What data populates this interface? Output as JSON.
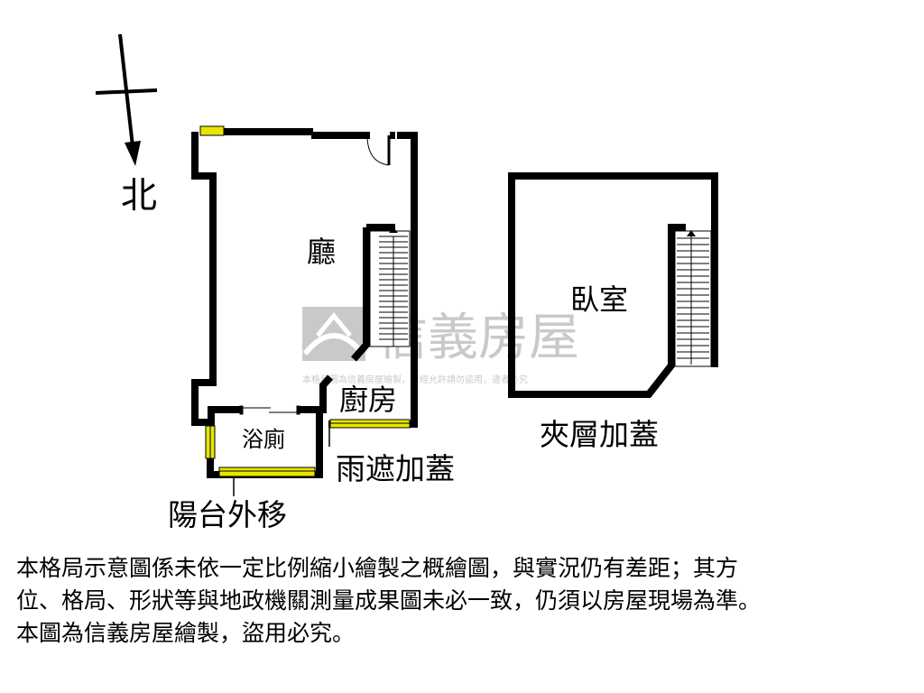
{
  "compass": {
    "north_label": "北"
  },
  "rooms": {
    "living": "廳",
    "kitchen": "廚房",
    "bathroom": "浴廁",
    "bedroom": "臥室"
  },
  "annotations": {
    "rain_shelter": "雨遮加蓋",
    "balcony": "陽台外移",
    "mezzanine": "夾層加蓋"
  },
  "watermark": {
    "brand": "信義房屋",
    "notice": "本格局圖為信義房屋繪製，未經允許請勿盜用，違者必究"
  },
  "disclaimer": {
    "line1": "本格局示意圖係未依一定比例縮小繪製之概繪圖，與實況仍有差距；其方",
    "line2": "位、格局、形狀等與地政機關測量成果圖未必一致，仍須以房屋現場為準。",
    "line3": "本圖為信義房屋繪製，盜用必究。"
  },
  "colors": {
    "wall": "#000000",
    "window": "#e8e600",
    "watermark": "#9a9a9a"
  }
}
